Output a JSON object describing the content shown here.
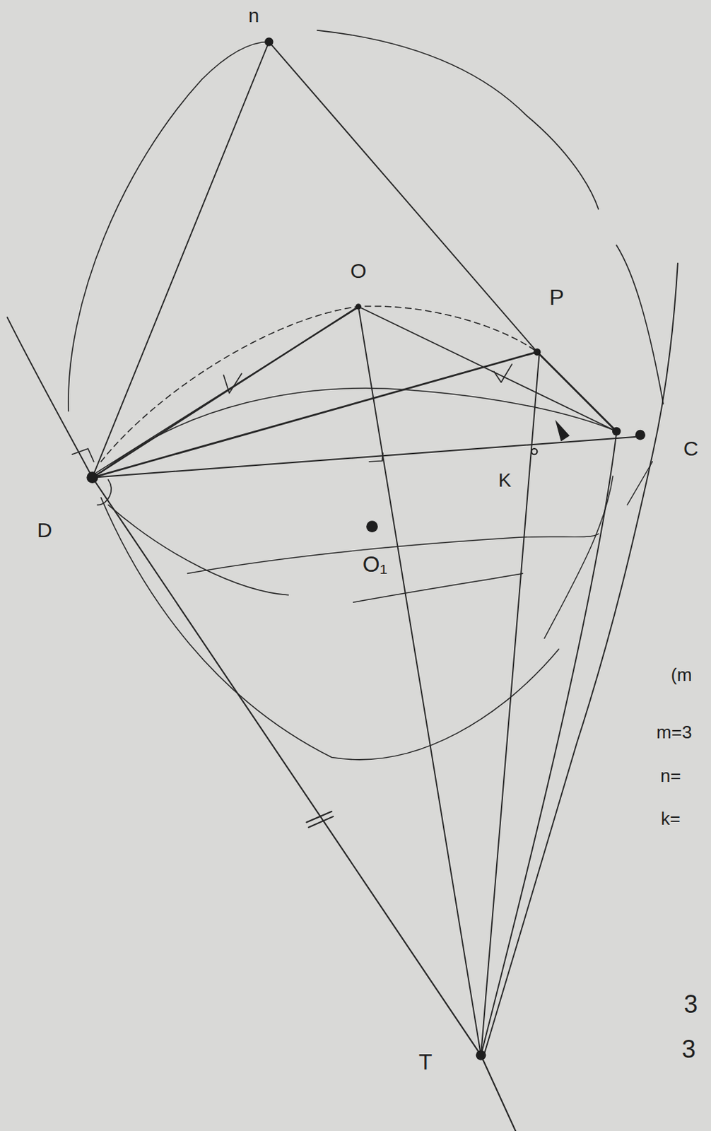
{
  "diagram": {
    "labels": [
      "n",
      "O",
      "P",
      "C",
      "D",
      "K",
      "O₁",
      "T",
      "(m",
      "m=3",
      "n=",
      "k=",
      "3",
      "3"
    ]
  }
}
